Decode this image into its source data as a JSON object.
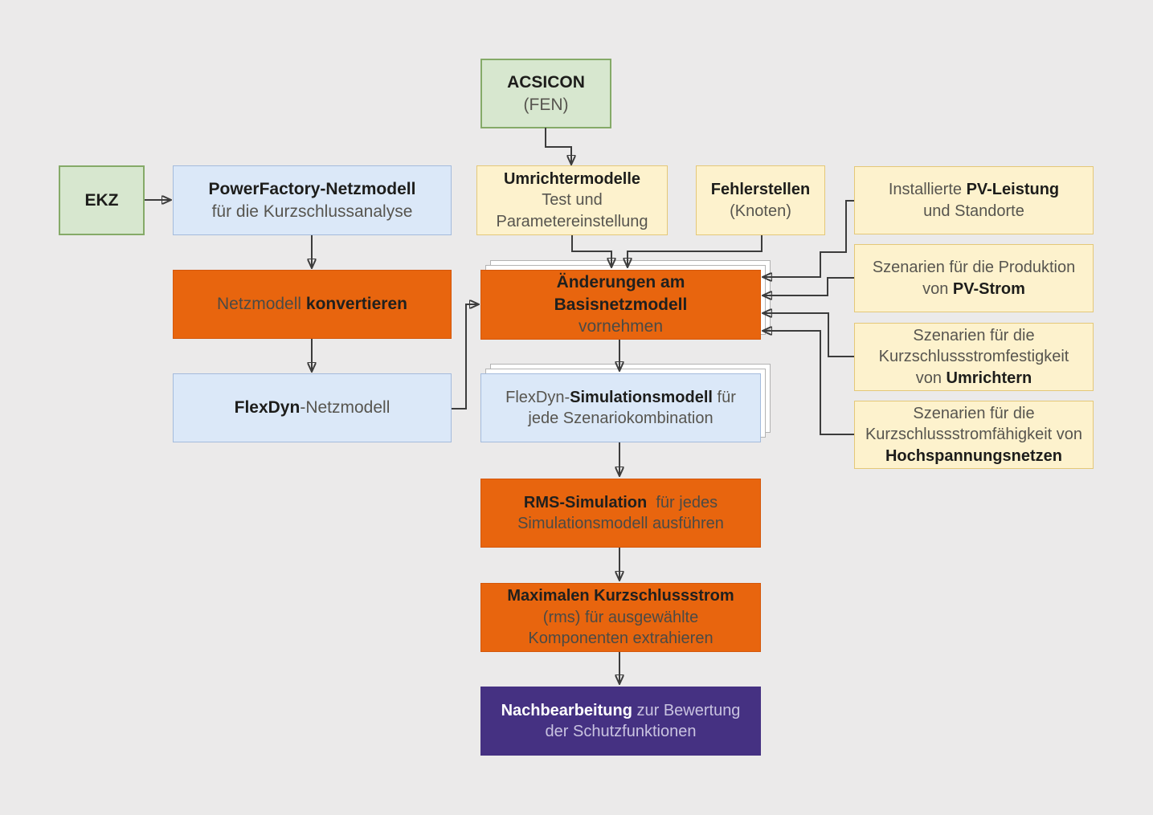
{
  "diagram_title": "Simulation workflow flowchart (Kurzschlussanalyse / short-circuit analysis process)",
  "palette": {
    "background": "#ebeaea",
    "source_green_fill": "#d7e7cf",
    "source_green_border": "#85aa68",
    "model_blue_fill": "#dbe8f8",
    "model_blue_border": "#a4bbdc",
    "input_yellow_fill": "#fdf2cd",
    "input_yellow_border": "#e4c878",
    "process_orange_fill": "#e8650e",
    "result_purple_fill": "#453182",
    "text_dark": "#1d1d1b",
    "text_gray": "#57554f",
    "connector": "#3c3c3c"
  },
  "nodes": {
    "acsicon": {
      "label": "ACSICON (FEN)",
      "lines": [
        [
          {
            "t": "ACSICON",
            "b": true
          }
        ],
        [
          {
            "t": "(FEN)",
            "b": false
          }
        ]
      ]
    },
    "ekz": {
      "label": "EKZ",
      "lines": [
        [
          {
            "t": "EKZ",
            "b": true
          }
        ]
      ]
    },
    "powerfactory": {
      "label": "PowerFactory-Netzmodell für die Kurzschlussanalyse",
      "lines": [
        [
          {
            "t": "PowerFactory-Netzmodell",
            "b": true
          }
        ],
        [
          {
            "t": "für die Kurzschlussanalyse",
            "b": false
          }
        ]
      ]
    },
    "umrichtermodelle": {
      "label": "Umrichtermodelle Test und Parametereinstellung",
      "lines": [
        [
          {
            "t": "Umrichtermodelle",
            "b": true
          }
        ],
        [
          {
            "t": "Test und",
            "b": false
          }
        ],
        [
          {
            "t": "Parametereinstellung",
            "b": false
          }
        ]
      ]
    },
    "fehlerstellen": {
      "label": "Fehlerstellen (Knoten)",
      "lines": [
        [
          {
            "t": "Fehlerstellen",
            "b": true
          }
        ],
        [
          {
            "t": "(Knoten)",
            "b": false
          }
        ]
      ]
    },
    "pv_leistung": {
      "label": "Installierte PV-Leistung und Standorte",
      "lines": [
        [
          {
            "t": "Installierte ",
            "b": false
          },
          {
            "t": "PV-Leistung",
            "b": true
          }
        ],
        [
          {
            "t": "und Standorte",
            "b": false
          }
        ]
      ]
    },
    "pv_strom": {
      "label": "Szenarien für die Produktion von PV-Strom",
      "lines": [
        [
          {
            "t": "Szenarien für die Produktion",
            "b": false
          }
        ],
        [
          {
            "t": "von ",
            "b": false
          },
          {
            "t": "PV-Strom",
            "b": true
          }
        ]
      ]
    },
    "umrichtern": {
      "label": "Szenarien für die Kurzschlussstromfestigkeit von Umrichtern",
      "lines": [
        [
          {
            "t": "Szenarien für die",
            "b": false
          }
        ],
        [
          {
            "t": "Kurzschlussstromfestigkeit",
            "b": false
          }
        ],
        [
          {
            "t": "von ",
            "b": false
          },
          {
            "t": "Umrichtern",
            "b": true
          }
        ]
      ]
    },
    "hochspannungsnetze": {
      "label": "Szenarien für die Kurzschlussstromfähigkeit von Hochspannungsnetzen",
      "lines": [
        [
          {
            "t": "Szenarien für die",
            "b": false
          }
        ],
        [
          {
            "t": "Kurzschlussstromfähigkeit von",
            "b": false
          }
        ],
        [
          {
            "t": "Hochspannungsnetzen",
            "b": true
          }
        ]
      ]
    },
    "konvertieren": {
      "label": "Netzmodell konvertieren",
      "lines": [
        [
          {
            "t": "Netzmodell ",
            "b": false
          },
          {
            "t": "konvertieren",
            "b": true
          }
        ]
      ]
    },
    "flexdyn_netzmodell": {
      "label": "FlexDyn-Netzmodell",
      "lines": [
        [
          {
            "t": "FlexDyn",
            "b": true
          },
          {
            "t": "-Netzmodell",
            "b": false
          }
        ]
      ]
    },
    "aenderungen": {
      "label": "Änderungen am Basisnetzmodell vornehmen",
      "lines": [
        [
          {
            "t": "Änderungen am Basisnetzmodell",
            "b": true
          }
        ],
        [
          {
            "t": "vornehmen",
            "b": false
          }
        ]
      ]
    },
    "simulationsmodell": {
      "label": "FlexDyn-Simulationsmodell für jede Szenariokombination",
      "lines": [
        [
          {
            "t": "FlexDyn-",
            "b": false
          },
          {
            "t": "Simulationsmodell",
            "b": true
          },
          {
            "t": " für",
            "b": false
          }
        ],
        [
          {
            "t": "jede Szenariokombination",
            "b": false
          }
        ]
      ]
    },
    "rms_simulation": {
      "label": "RMS-Simulation für jedes Simulationsmodell ausführen",
      "lines": [
        [
          {
            "t": "RMS-Simulation",
            "b": true
          },
          {
            "t": "  für jedes",
            "b": false
          }
        ],
        [
          {
            "t": "Simulationsmodell ausführen",
            "b": false
          }
        ]
      ]
    },
    "max_kurzschlussstrom": {
      "label": "Maximalen Kurzschlussstrom (rms) für ausgewählte Komponenten extrahieren",
      "lines": [
        [
          {
            "t": "Maximalen Kurzschlussstrom",
            "b": true
          }
        ],
        [
          {
            "t": "(rms) für ausgewählte",
            "b": false
          }
        ],
        [
          {
            "t": "Komponenten extrahieren",
            "b": false
          }
        ]
      ]
    },
    "nachbearbeitung": {
      "label": "Nachbearbeitung zur Bewertung der Schutzfunktionen",
      "lines": [
        [
          {
            "t": "Nachbearbeitung",
            "b": true
          },
          {
            "t": " zur Bewertung",
            "b": false
          }
        ],
        [
          {
            "t": "der Schutzfunktionen",
            "b": false
          }
        ]
      ]
    }
  },
  "edges": [
    {
      "from": "ekz",
      "to": "powerfactory"
    },
    {
      "from": "acsicon",
      "to": "umrichtermodelle"
    },
    {
      "from": "powerfactory",
      "to": "konvertieren"
    },
    {
      "from": "konvertieren",
      "to": "flexdyn_netzmodell"
    },
    {
      "from": "flexdyn_netzmodell",
      "to": "aenderungen"
    },
    {
      "from": "umrichtermodelle",
      "to": "aenderungen"
    },
    {
      "from": "fehlerstellen",
      "to": "aenderungen"
    },
    {
      "from": "pv_leistung",
      "to": "aenderungen"
    },
    {
      "from": "pv_strom",
      "to": "aenderungen"
    },
    {
      "from": "umrichtern",
      "to": "aenderungen"
    },
    {
      "from": "hochspannungsnetze",
      "to": "aenderungen"
    },
    {
      "from": "aenderungen",
      "to": "simulationsmodell"
    },
    {
      "from": "simulationsmodell",
      "to": "rms_simulation"
    },
    {
      "from": "rms_simulation",
      "to": "max_kurzschlussstrom"
    },
    {
      "from": "max_kurzschlussstrom",
      "to": "nachbearbeitung"
    }
  ]
}
